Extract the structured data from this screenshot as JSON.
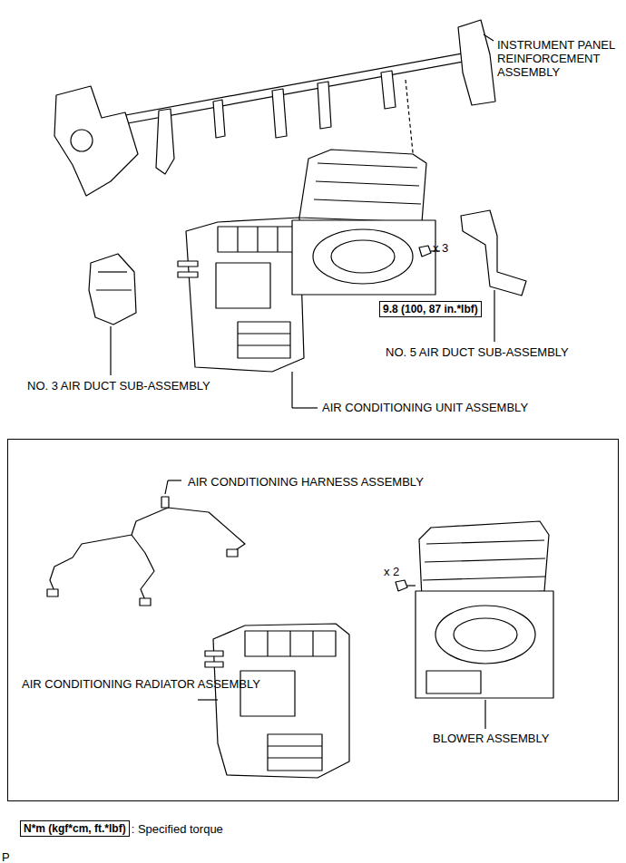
{
  "diagram": {
    "nodes": [
      {
        "text": [
          "9.8 (100, 87 in.*lbf)"
        ]
      },
      {
        "text": [
          "AIR CONDITIONING HARNESS ASSEMBLY",
          "x 2",
          "AIR CONDITIONING RADIATOR ASSEMBLY",
          "BLOWER ASSEMBLY"
        ]
      },
      {
        "text": [
          "N*m (kgf*cm, ft.*lbf)"
        ]
      }
    ],
    "labels": [
      "INSTRUMENT PANEL REINFORCEMENT ASSEMBLY",
      "x 3",
      "NO. 5 AIR DUCT SUB-ASSEMBLY",
      "NO. 3 AIR DUCT SUB-ASSEMBLY",
      "AIR CONDITIONING UNIT ASSEMBLY",
      ": Specified torque",
      "P"
    ]
  }
}
